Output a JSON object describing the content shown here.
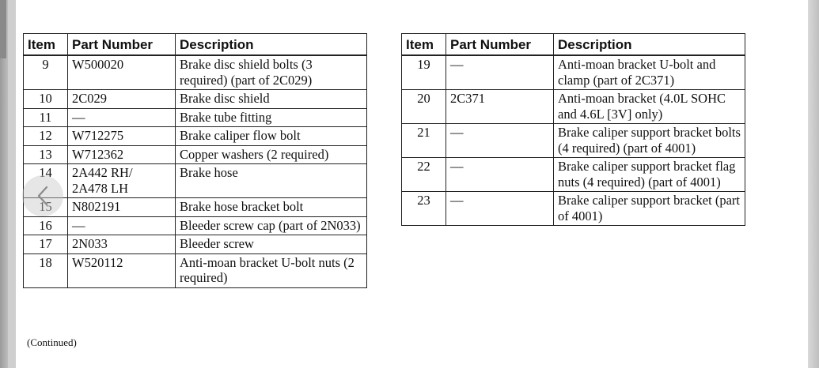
{
  "headers": {
    "item": "Item",
    "part_number": "Part Number",
    "description": "Description"
  },
  "left_table": [
    {
      "item": "9",
      "part": "W500020",
      "desc": "Brake disc shield bolts (3 required) (part of 2C029)"
    },
    {
      "item": "10",
      "part": "2C029",
      "desc": "Brake disc shield"
    },
    {
      "item": "11",
      "part": "—",
      "desc": "Brake tube fitting"
    },
    {
      "item": "12",
      "part": "W712275",
      "desc": "Brake caliper flow bolt"
    },
    {
      "item": "13",
      "part": "W712362",
      "desc": "Copper washers (2 required)"
    },
    {
      "item": "14",
      "part": "2A442 RH/ 2A478 LH",
      "desc": "Brake hose"
    },
    {
      "item": "15",
      "part": "N802191",
      "desc": "Brake hose bracket bolt"
    },
    {
      "item": "16",
      "part": "—",
      "desc": "Bleeder screw cap (part of 2N033)"
    },
    {
      "item": "17",
      "part": "2N033",
      "desc": "Bleeder screw"
    },
    {
      "item": "18",
      "part": "W520112",
      "desc": "Anti-moan bracket U-bolt nuts (2 required)"
    }
  ],
  "right_table": [
    {
      "item": "19",
      "part": "—",
      "desc": "Anti-moan bracket U-bolt and clamp (part of 2C371)"
    },
    {
      "item": "20",
      "part": "2C371",
      "desc": "Anti-moan bracket (4.0L SOHC and 4.6L [3V] only)"
    },
    {
      "item": "21",
      "part": "—",
      "desc": "Brake caliper support bracket bolts (4 required) (part of 4001)"
    },
    {
      "item": "22",
      "part": "—",
      "desc": "Brake caliper support bracket flag nuts (4 required) (part of 4001)"
    },
    {
      "item": "23",
      "part": "—",
      "desc": "Brake caliper support bracket (part of 4001)"
    }
  ],
  "footer": {
    "continued": "(Continued)"
  },
  "icons": {
    "back": "chevron-left-icon"
  }
}
